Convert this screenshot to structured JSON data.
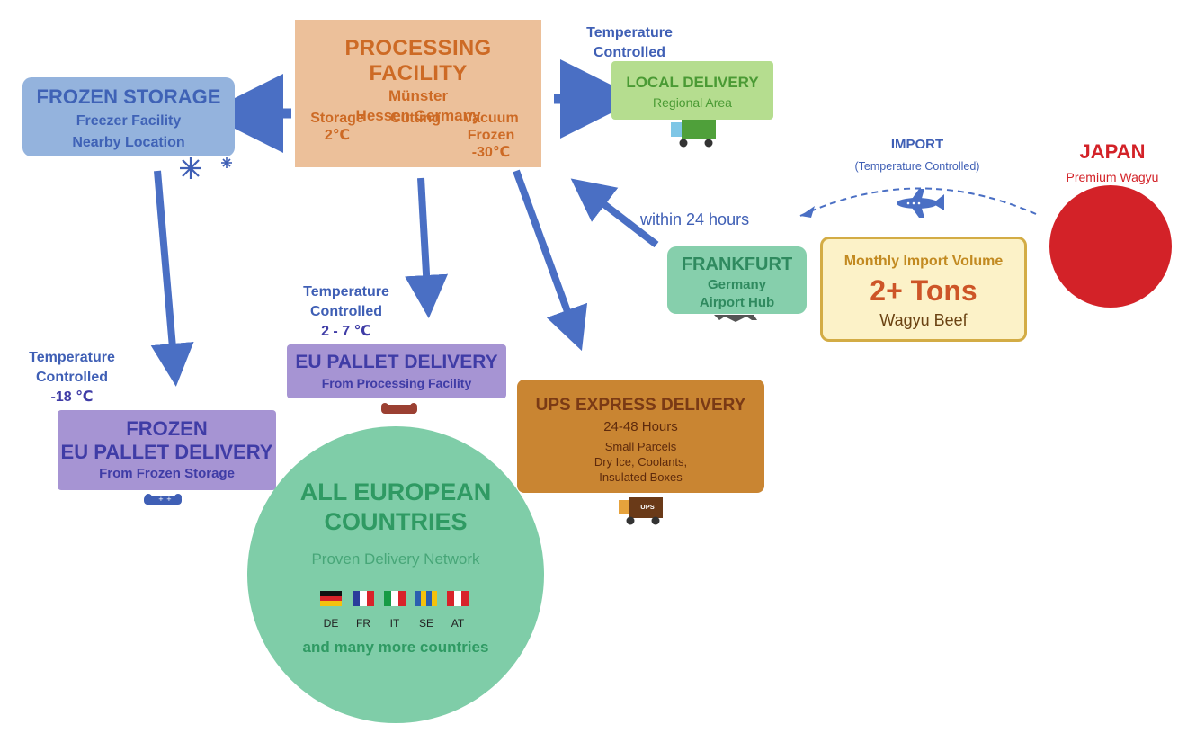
{
  "processing": {
    "title": "PROCESSING FACILITY",
    "city": "Münster",
    "region": "Hessen Germany",
    "col1_a": "Storage",
    "col1_b": "2℃",
    "col2_a": "Cutting",
    "col3_a": "Vacuum",
    "col3_b": "Frozen",
    "col3_c": "-30℃"
  },
  "frozen_storage": {
    "title": "FROZEN STORAGE",
    "line1": "Freezer Facility",
    "line2": "Nearby Location"
  },
  "local_delivery": {
    "label_top1": "Temperature",
    "label_top2": "Controlled",
    "title": "LOCAL DELIVERY",
    "sub": "Regional Area"
  },
  "eu_pallet": {
    "label1": "Temperature",
    "label2": "Controlled",
    "label3": "2 - 7 ℃",
    "title": "EU PALLET DELIVERY",
    "sub": "From Processing Facility"
  },
  "frozen_eu": {
    "label1": "Temperature",
    "label2": "Controlled",
    "label3": "-18 ℃",
    "title1": "FROZEN",
    "title2": "EU PALLET DELIVERY",
    "sub": "From Frozen Storage"
  },
  "ups": {
    "title": "UPS EXPRESS DELIVERY",
    "hours": "24-48 Hours",
    "l1": "Small Parcels",
    "l2": "Dry Ice, Coolants,",
    "l3": "Insulated Boxes",
    "truck_label": "UPS"
  },
  "frankfurt": {
    "title": "FRANKFURT",
    "l1": "Germany",
    "l2": "Airport Hub",
    "within": "within 24 hours"
  },
  "monthly": {
    "title": "Monthly Import Volume",
    "value": "2+ Tons",
    "unit": "Wagyu Beef"
  },
  "import": {
    "title": "IMPORT",
    "sub": "(Temperature Controlled)"
  },
  "japan": {
    "title": "JAPAN",
    "sub": "Premium Wagyu"
  },
  "europe": {
    "title1": "ALL EUROPEAN",
    "title2": "COUNTRIES",
    "sub": "Proven Delivery Network",
    "more": "and many more countries",
    "flags": [
      "DE",
      "FR",
      "IT",
      "SE",
      "AT"
    ]
  },
  "colors": {
    "arrow": "#4a6fc4",
    "processing": "#ecc09a",
    "frozen": "#94b3dd",
    "local": "#b5dd8f",
    "pallet": "#a694d3",
    "ups": "#c98532",
    "frankfurt": "#86cfac",
    "europe": "#7fcda8",
    "japan": "#d32228"
  }
}
